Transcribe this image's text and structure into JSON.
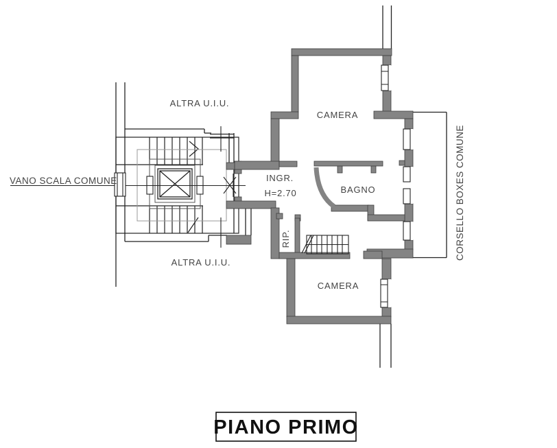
{
  "plan": {
    "title": "PIANO PRIMO",
    "rooms": {
      "camera_top": "CAMERA",
      "camera_bottom": "CAMERA",
      "bagno": "BAGNO",
      "ingresso": "INGR.",
      "ingresso_height": "H=2.70",
      "ripostiglio": "RIP."
    },
    "annotations": {
      "altra_uiu_top": "ALTRA U.I.U.",
      "altra_uiu_bottom": "ALTRA U.I.U.",
      "vano_scala": "VANO SCALA COMUNE",
      "corsello": "CORSELLO BOXES COMUNE"
    }
  },
  "colors": {
    "wall": "#848484",
    "line": "#222222",
    "light_line": "#999999",
    "label": "#434343",
    "background": "#ffffff"
  }
}
